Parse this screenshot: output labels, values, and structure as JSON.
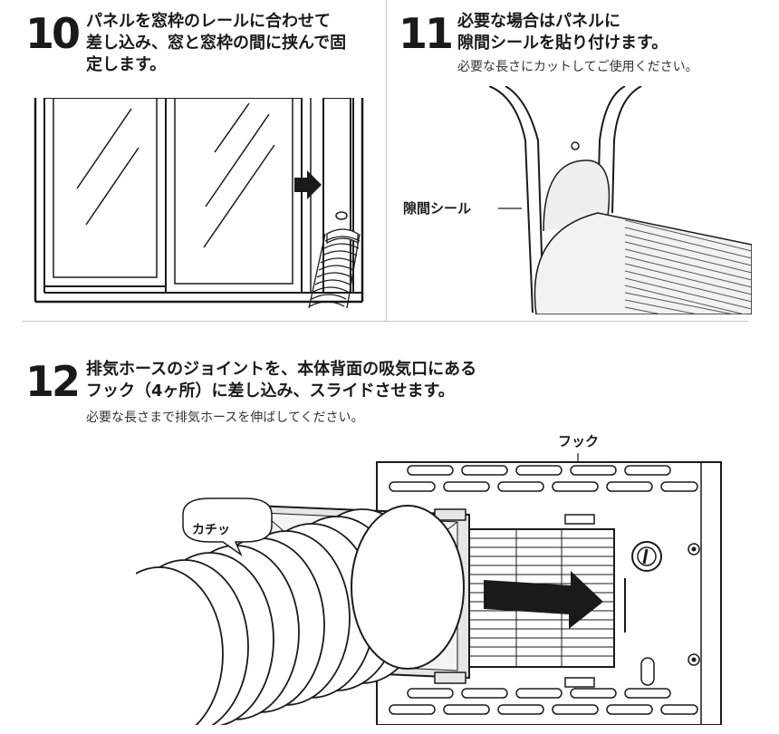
{
  "step10": {
    "number": "10",
    "text_line1": "パネルを窓枠のレールに合わせて",
    "text_line2": "差し込み、窓と窓枠の間に挟んで固",
    "text_line3": "定します。"
  },
  "step11": {
    "number": "11",
    "text_line1": "必要な場合はパネルに",
    "text_line2": "隙間シールを貼り付けます。",
    "note": "必要な長さにカットしてご使用ください。",
    "callout": "隙間シール"
  },
  "step12": {
    "number": "12",
    "text_line1": "排気ホースのジョイントを、本体背面の吸気口にある",
    "text_line2": "フック（4ヶ所）に差し込み、スライドさせます。",
    "note": "必要な長さまで排気ホースを伸ばしてください。",
    "callout_hook": "フック",
    "speech_click": "カチッ"
  },
  "icons": [
    "arrow-right-icon",
    "hook-icon",
    "knob-icon",
    "screw-icon"
  ],
  "colors": {
    "ink": "#1a1a1a",
    "grey_fill": "#e6e6e6",
    "divider": "#c8c8c8"
  }
}
